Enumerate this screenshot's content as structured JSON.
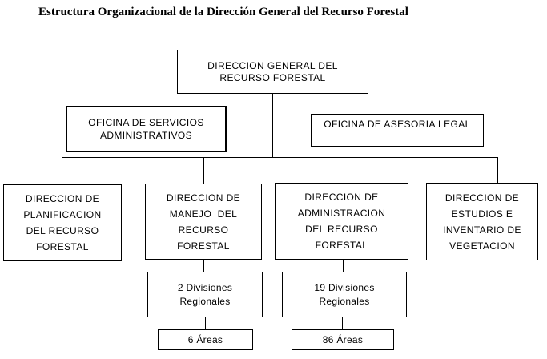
{
  "page_title": "Estructura Organizacional de la Dirección General del Recurso Forestal",
  "org": {
    "root": [
      "DIRECCION GENERAL DEL",
      "RECURSO FORESTAL"
    ],
    "servicios": [
      "OFICINA DE SERVICIOS",
      "ADMINISTRATIVOS"
    ],
    "asesoria": [
      "OFICINA DE ASESORIA LEGAL"
    ],
    "planificacion": [
      "DIRECCION DE",
      "PLANIFICACION",
      "DEL RECURSO",
      "FORESTAL"
    ],
    "manejo": [
      "DIRECCION DE",
      "MANEJO  DEL",
      "RECURSO",
      "FORESTAL"
    ],
    "administracion": [
      "DIRECCION DE",
      "ADMINISTRACION",
      "DEL RECURSO",
      "FORESTAL"
    ],
    "estudios": [
      "DIRECCION DE",
      "ESTUDIOS E",
      "INVENTARIO DE",
      "VEGETACION"
    ],
    "divisiones_manejo": [
      "2 Divisiones",
      "Regionales"
    ],
    "divisiones_administracion": [
      "19 Divisiones",
      "Regionales"
    ],
    "areas_manejo": [
      "6 Áreas"
    ],
    "areas_administracion": [
      "86 Áreas"
    ]
  },
  "colors": {
    "line": "#000000",
    "text": "#000000",
    "background": "#ffffff"
  }
}
